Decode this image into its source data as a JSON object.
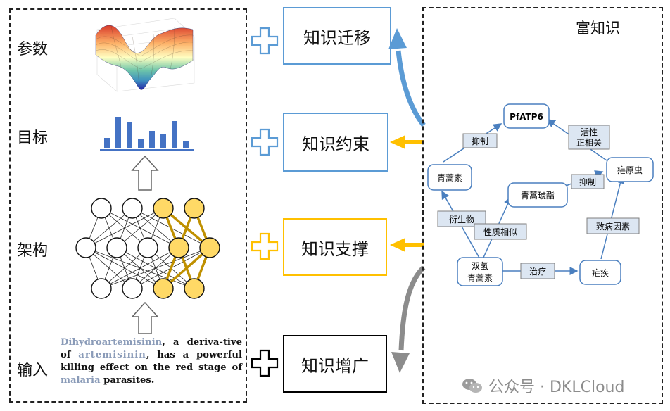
{
  "left_panel": {
    "labels": [
      "参数",
      "目标",
      "架构",
      "输入"
    ],
    "input_text": {
      "t1": "Dihydroartemisinin",
      "t2": ", a deriva-tive of ",
      "t3": "artemisinin",
      "t4": ", has a powerful killing effect on the red stage of ",
      "t5": "malaria",
      "t6": " parasites."
    }
  },
  "knowledge_ops": [
    {
      "label": "知识迁移",
      "color": "#5b9bd5"
    },
    {
      "label": "知识约束",
      "color": "#5b9bd5"
    },
    {
      "label": "知识支撑",
      "color": "#ffc000"
    },
    {
      "label": "知识增广",
      "color": "#000000"
    }
  ],
  "rich_knowledge": {
    "title": "富知识",
    "nodes": {
      "pfatp6": "PfATP6",
      "qinghaosu": "青蒿素",
      "qinghaohuzhi": "青蒿琥酯",
      "nueyuanchong": "疟原虫",
      "shuangqing_1": "双氢",
      "shuangqing_2": "青蒿素",
      "nueji": "疟疾"
    },
    "edges": {
      "yizhi_1": "抑制",
      "huoxing_1": "活性",
      "huoxing_2": "正相关",
      "yizhi_2": "抑制",
      "yanshengwu": "衍生物",
      "xingzhi": "性质相似",
      "zhiliao": "治疗",
      "zhibing": "致病因素"
    }
  },
  "watermark": "公众号 · DKLCloud",
  "colors": {
    "blue": "#5b9bd5",
    "yellow": "#ffc000",
    "gray": "#8c8c8c",
    "node_fill": "#ffd966"
  }
}
